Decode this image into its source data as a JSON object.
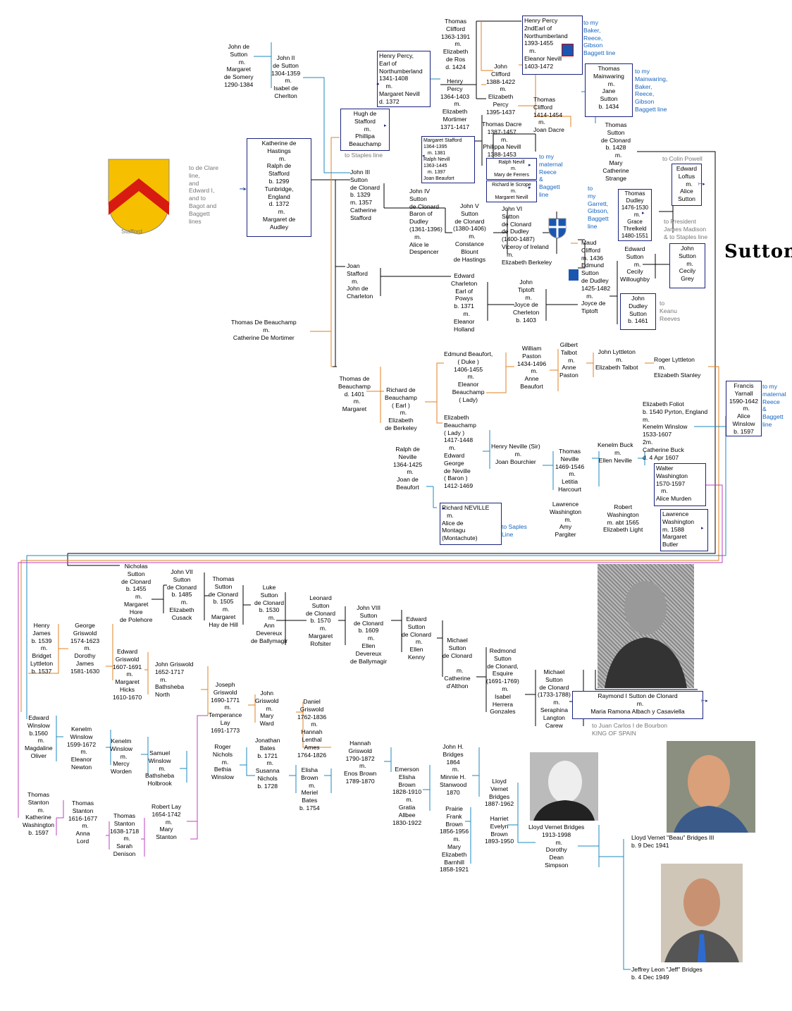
{
  "title": "Sutton",
  "crest_label": "Stafford",
  "crest_colors": {
    "field": "#f6c000",
    "chevron": "#d81b10"
  },
  "people": {
    "john_de_sutton": "John de\nSutton\n    m.\nMargaret\nde Somery\n1290-1384",
    "john_ii": "John II\nde Sutton\n1304-1359\n   m.\nIsabel de\nCherlton",
    "henry_percy_1": "Henry Percy,\nEarl of\nNorthumberland\n1341-1408\n    m.\nMargaret Nevill\nd. 1372",
    "thomas_clifford_1": "Thomas\nClifford\n1363-1391\n   m.\nElizabeth\nde Ros\nd. 1424",
    "henry_percy_2": "Henry Percy\n2ndEarl of\nNorthumberland\n1393-1455\n   m.\nEleanor Nevill\n1403-1472",
    "john_clifford": "John\nClifford\n1388-1422\n   m.\nElizabeth\nPercy\n1395-1437",
    "henry_percy_hotspur": "Henry\nPercy\n1364-1403\n   m.\nElizabeth\nMortimer\n1371-1417",
    "thomas_clifford_2": "Thomas\nClifford\n1414-1454\n   m.\nJoan Dacre",
    "thomas_mainwaring": "Thomas\nMainwaring\n   m.\nJane\nSutton\nb. 1434",
    "hugh_de_stafford": "Hugh de\nStafford\n   m.\nPhillipa\nBeauchamp",
    "margaret_stafford": "Margaret Stafford\n1364-1395\n   m. 1381\nRalph Nevill\n1363-1445\n   m. 1397\nJoan Beaufort",
    "thomas_dacre": "Thomas Dacre\n1387-1457\n   m.\nPhilippa Nevill\n1388-1453",
    "ralph_nevill_mary": "Ralph Nevill\n   m.\nMary de Ferrers",
    "richard_le_scrope": "Richard le Scrope\n   m.\nMargaret Nevill",
    "thomas_sutton_1428": "Thomas\nSutton\nde Clonard\nb. 1428\n   m.\nMary\nCatherine\nStrange",
    "edward_loftus": "Edward\nLoftus\n   m.\nAlice\nSutton",
    "katherine_de_hastings": "Katherine de\nHastings\n    m.\nRalph de\nStafford\nb. 1299\nTunbridge,\nEngland\nd. 1372\n   m.\nMargaret de\nAudley",
    "john_iii": "John III\nSutton\nde Clonard\nb. 1329\nm. 1357\nCatherine\nStafford",
    "john_iv": "John IV\nSutton\nde Clonard\nBaron of\nDudley\n(1361-1396)\n   m.\nAlice le\nDespencer",
    "john_v": "John V\nSutton\nde Clonard\n(1380-1406)\n   m.\nConstance\nBlount\nde Hastings",
    "john_vi": "John VI\nSutton\nde Clonard\nde Dudley\n(1400-1487)\nViceroy of Ireland\n   m.\nElizabeth Berkeley",
    "thomas_dudley": "Thomas\nDudley\n1476-1530\n   m.\nGrace\nThrelkeld\n1480-1551",
    "maud_clifford": "Maud\nClifford\nm. 1436\nEdmund\nSutton\nde Dudley\n1425-1482\n   m.\nJoyce de\nTiptoft",
    "edward_sutton_cecily": "Edward\nSutton\n   m.\nCecily\nWilloughby",
    "john_sutton_grey": "John\nSutton\n   m.\nCecily\nGrey",
    "john_dudley_sutton": "John\nDudley\nSutton\nb. 1461",
    "joan_stafford": "Joan\nStafford\n   m.\nJohn de\nCharleton",
    "edward_charleton": "Edward\nCharleton\nEarl of\nPowys\nb. 1371\n   m.\nEleanor\nHolland",
    "john_tiptoft": "John\nTiptoft\n   m.\nJoyce de\nCherleton\nb. 1403",
    "thomas_de_beauchamp_1": "Thomas De Beauchamp\n   m.\nCatherine De Mortimer",
    "edmund_beaufort": "Edmund Beaufort,\n( Duke )\n1406-1455\n   m.\nEleanor\nBeauchamp\n( Lady)",
    "william_paston": "William\nPaston\n1434-1496\n   m.\nAnne\nBeaufort",
    "gilbert_talbot": "Gilbert\nTalbot\n   m.\nAnne\nPaston",
    "john_lyttleton": "John Lyttleton\n   m.\nElizabeth Talbot",
    "roger_lyttleton": "Roger Lyttleton\n   m.\nElizabeth Stanley",
    "francis_yarnall": "Francis\nYarnall\n1590-1642\n   m.\nAlice\nWinslow\nb. 1597",
    "thomas_de_beauchamp_2": "Thomas de\nBeauchamp\nd. 1401\n   m.\nMargaret",
    "richard_de_beauchamp": "Richard de\nBeauchamp\n( Earl )\n   m.\nElizabeth\nde Berkeley",
    "elizabeth_beauchamp": "Elizabeth\nBeauchamp\n( Lady )\n1417-1448\n   m.\nEdward\nGeorge\nde Neville\n( Baron )\n1412-1469",
    "elizabeth_foliot": "Elizabeth Foliot\nb. 1540 Pyrton, England\nm.\nKenelm Winslow\n1533-1607\n2m.\nCatherine Buck\nd. 4 Apr 1607",
    "ralph_de_neville": "Ralph de\nNeville\n1364-1425\n   m.\nJoan de\nBeaufort",
    "henry_neville": "Henry Neville (Sir)\n   m.\nJoan Bourchier",
    "thomas_neville": "Thomas\nNeville\n1469-1546\n   m.\nLetitia\nHarcourt",
    "kenelm_buck": "Kenelm Buck\n   m.\nEllen Neville",
    "walter_washington": "Walter\nWashington\n1570-1597\n   m.\nAlice Murden",
    "richard_neville": "Richard NEVILLE\n   m.\nAlice de\nMontagu\n(Montachute)",
    "lawrence_washington_1": "Lawrence\nWashington\n   m.\nAmy\nPargiter",
    "robert_washington": "Robert\nWashington\nm. abt 1565\nElizabeth Light",
    "lawrence_washington_2": "Lawrence\nWashington\nm. 1588\nMargaret\nButler",
    "nicholas_sutton": "Nicholas\nSutton\nde Clonard\nb. 1455\n   m.\nMargaret\nHore\nde Polehore",
    "john_vii": "John VII\nSutton\nde Clonard\nb. 1485\n   m.\nElizabeth\nCusack",
    "thomas_sutton_1505": "Thomas\nSutton\nde Clonard\nb. 1505\n   m.\nMargaret\nHay de Hill",
    "luke_sutton": "Luke\nSutton\nde Clonard\nb. 1530\n   m.\nAnn\nDevereux\nde Ballymagir",
    "leonard_sutton": "Leonard\nSutton\nde Clonard\nb. 1570\n   m.\nMargaret\nRofsiter",
    "john_viii": "John VIII\nSutton\nde Clonard\nb. 1609\n   m.\nEllen\nDevereux\nde Ballymagir",
    "edward_sutton_kenny": "Edward\nSutton\nde Clonard\n   m.\nEllen\nKenny",
    "michael_sutton_1": "Michael\nSutton\nde Clonard\n\n   m.\nCatherine\nd'Althon",
    "redmond_sutton": "Redmond\nSutton\nde Clonard,\nEsquire\n(1691-1769)\n   m.\nIsabel\nHerrera\nGonzales",
    "michael_sutton_2": "Michael\nSutton\nde Clonard\n(1733-1788)\n   m.\nSeraphina\nLangton\nCarew",
    "raymond_sutton": "Raymond I Sutton de Clonard\n   m.\nMaria Ramona Albach y Casaviella",
    "henry_james": "Henry\nJames\nb. 1539\n   m.\nBridget\nLyttleton\nb. 1537",
    "george_griswold": "George\nGriswold\n1574-1623\n   m.\nDorothy\nJames\n1581-1630",
    "edward_griswold": "Edward\nGriswold\n1607-1691\n   m.\nMargaret\nHicks\n1610-1670",
    "john_griswold_1": "John Griswold\n1652-1717\n   m.\nBathsheba\nNorth",
    "joseph_griswold": "Joseph\nGriswold\n1690-1771\n   m.\nTemperance\nLay\n1691-1773",
    "john_griswold_2": "John\nGriswold\n   m.\nMary\nWard",
    "daniel_griswold": "Daniel\nGriswold\n1762-1836\n   m.\nHannah\nLenthal\nAmes\n1764-1826",
    "edward_winslow": "Edward\nWinslow\nb.1560\n   m.\nMagdaline\nOliver",
    "kenelm_winslow_1": "Kenelm\nWinslow\n1599-1672\n   m.\nEleanor\nNewton",
    "kenelm_winslow_2": "Kenelm\nWinslow\n   m.\nMercy\nWorden",
    "samuel_winslow": "Samuel\nWinslow\n   m.\nBathsheba\nHolbrook",
    "roger_nichols": "Roger\nNichols\n   m.\nBethia\nWinslow",
    "jonathan_bates": "Jonathan\nBates\nb. 1721\n   m.\nSusanna\nNichols\nb. 1728",
    "elisha_brown": "Elisha\nBrown\n   m.\nMeriel\nBates\nb. 1754",
    "hannah_griswold": "Hannah\nGriswold\n1790-1872\n   m.\nEnos Brown\n1789-1870",
    "emerson_brown": "Emerson\nElisha\nBrown\n1828-1910\n   m.\nGratia\nAllbee\n1830-1922",
    "john_h_bridges": "John H.\nBridges\n1864\n   m.\nMinnie H.\nStanwood\n1870",
    "lloyd_bridges_1887": "Lloyd\nVernet\nBridges\n1887-1962",
    "prairie_brown": "Prairie\nFrank\nBrown\n1856-1956\n   m.\nMary\nElizabeth\nBarnhill\n1858-1921",
    "harriet_brown": "Harriet\nEvelyn\nBrown\n1893-1950",
    "thomas_stanton_1": "Thomas\nStanton\n   m.\nKatherine\nWashington\nb. 1597",
    "thomas_stanton_2": "Thomas\nStanton\n1616-1677\n   m.\nAnna\nLord",
    "thomas_stanton_3": "Thomas\nStanton\n1638-1718\n   m.\nSarah\nDenison",
    "robert_lay": "Robert Lay\n1654-1742\n   m.\nMary\nStanton",
    "lloyd_bridges_1913": "Lloyd Vernet Bridges\n1913-1998\n   m.\nDorothy\nDean\nSimpson",
    "beau_bridges": "Lloyd Vernet \"Beau\" Bridges III\nb. 9 Dec 1941",
    "jeff_bridges": "Jeffrey Leon \"Jeff\" Bridges\nb. 4 Dec 1949"
  },
  "links": {
    "to_my_baker": "to my\nBaker,\nReece,\nGibson\nBaggett line",
    "to_my_mainwaring": "to my\nMainwaring,\nBaker,\nReece,\nGibson\nBaggett line",
    "to_staples_1": "to Staples line",
    "to_maternal_reece_1": "to my\nmaternal\nReece\n&\nBaggett\nline",
    "to_my_garrett": "to\nmy\nGarrett,\nGibson,\nBaggett\nline",
    "to_colin_powell": "to Colin Powell",
    "to_de_clare": "to de Clare\nline,\nand\nEdward I,\nand to\nBagot and\nBaggett\nlines",
    "to_president_madison": "to President\nJames Madison\n& to Staples line",
    "to_keanu_reeves": "to\nKeanu\nReeves",
    "to_maternal_reece_2": "to my\nmaternal\nReece\n&\nBaggett\nline",
    "to_staples_2": "to Saples\nLine",
    "to_juan_carlos": "to Juan Carlos I de Bourbon\nKING OF SPAIN"
  }
}
